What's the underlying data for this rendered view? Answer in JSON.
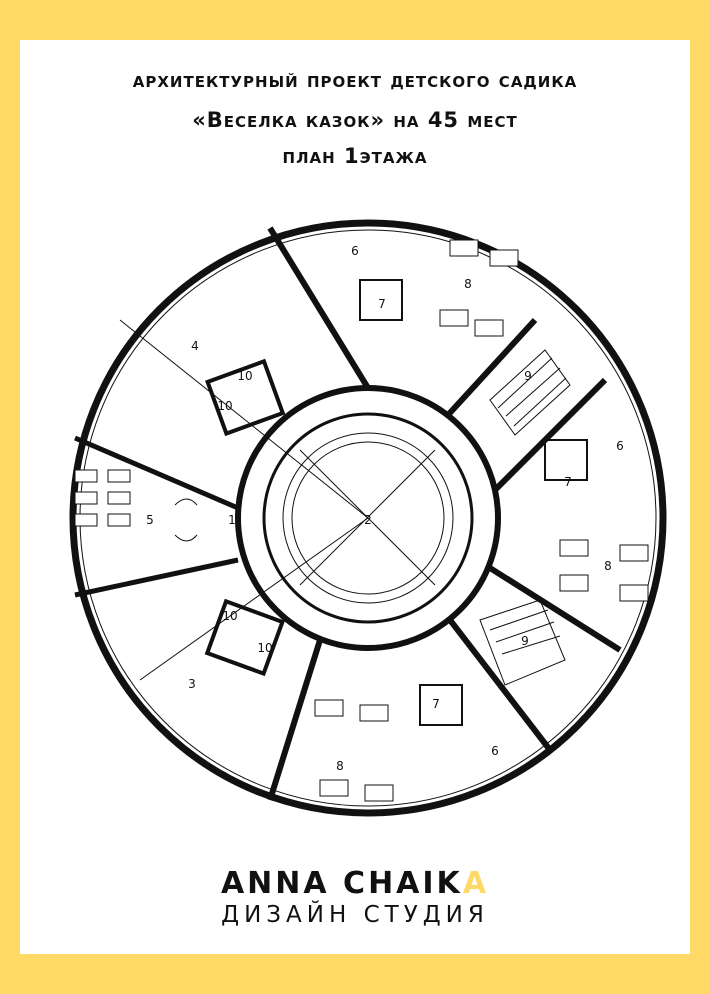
{
  "header": {
    "line1": "архитектурный проект детского садика",
    "line2": "«Веселка казок» на 45 мест",
    "line3": "план 1этажа"
  },
  "room_labels": {
    "lobby": "1",
    "hall": "2",
    "west_room_3": "3",
    "west_room_4": "4",
    "west_room_5": "5",
    "room_6_north": "6",
    "room_6_east": "6",
    "room_6_south": "6",
    "room_7_north": "7",
    "room_7_east": "7",
    "room_7_south": "7",
    "room_8_north": "8",
    "room_8_east": "8",
    "room_8_south": "8",
    "room_9_ne": "9",
    "room_9_se": "9",
    "room_10_a": "10",
    "room_10_b": "10",
    "room_10_c": "10",
    "room_10_d": "10"
  },
  "brand": {
    "name_main": "ANNA CHAIK",
    "name_accent": "A",
    "tagline": "ДИЗАЙН СТУДИЯ"
  },
  "colors": {
    "background": "#ffd966",
    "accent": "#ffd966",
    "ink": "#111111"
  }
}
